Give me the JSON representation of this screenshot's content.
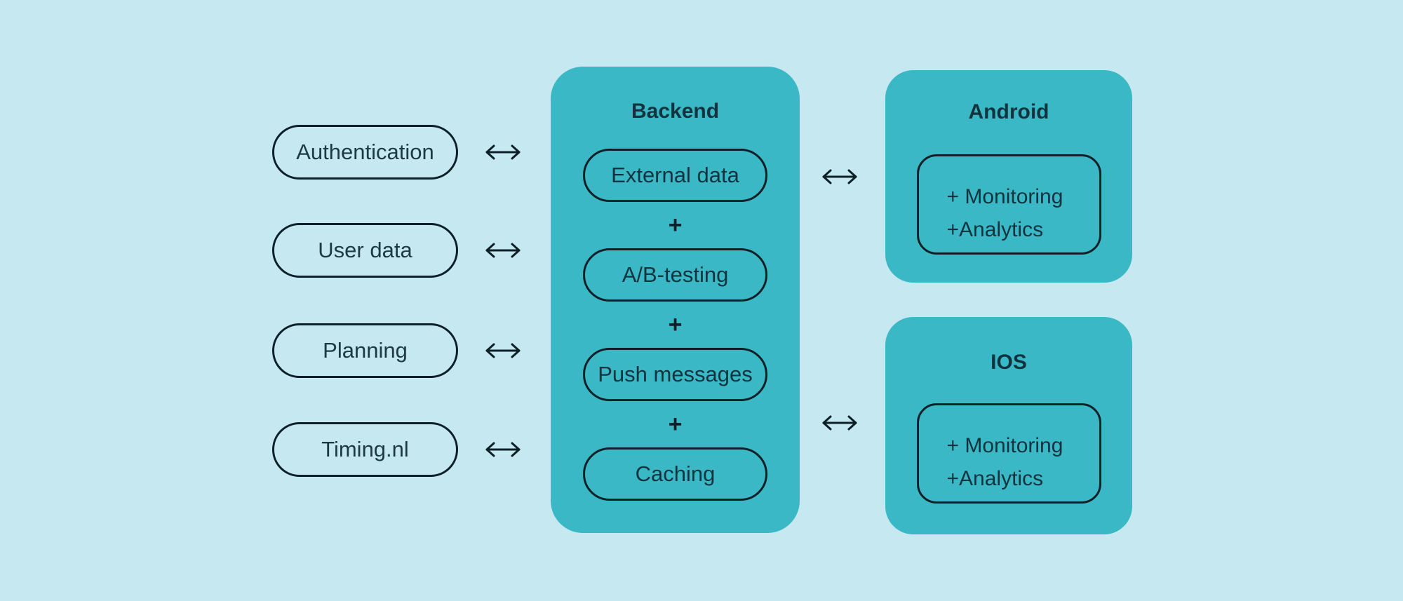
{
  "colors": {
    "background": "#c6e8f0",
    "panel": "#3ab8c6",
    "outline": "#0e2027",
    "title": "#11333e",
    "text": "#1d3944"
  },
  "icons": {
    "connection": "bidirectional-arrow-icon"
  },
  "left_services": [
    {
      "label": "Authentication"
    },
    {
      "label": "User data"
    },
    {
      "label": "Planning"
    },
    {
      "label": "Timing.nl"
    }
  ],
  "backend": {
    "title": "Backend",
    "connector": "+",
    "items": [
      {
        "label": "External data"
      },
      {
        "label": "A/B-testing"
      },
      {
        "label": "Push messages"
      },
      {
        "label": "Caching"
      }
    ]
  },
  "android": {
    "title": "Android",
    "capabilities": [
      {
        "label": "+ Monitoring"
      },
      {
        "label": "+Analytics"
      }
    ]
  },
  "ios": {
    "title": "IOS",
    "capabilities": [
      {
        "label": "+ Monitoring"
      },
      {
        "label": "+Analytics"
      }
    ]
  }
}
